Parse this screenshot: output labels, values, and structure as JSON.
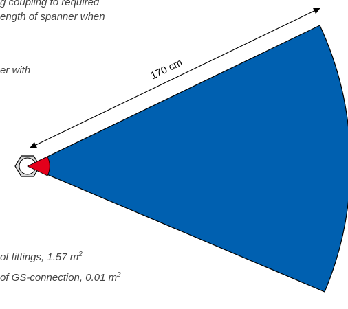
{
  "notes": {
    "line1": "g coupling to required",
    "line2": "ength of spanner when",
    "line3": "er with"
  },
  "dimension": {
    "label": "170 cm"
  },
  "legend": [
    {
      "text": "of fittings, 1.57 m",
      "exp": "2",
      "color": "#0060b0"
    },
    {
      "text": "of GS-connection, 0.01 m",
      "exp": "2",
      "color": "#e3001b"
    }
  ],
  "colors": {
    "sector_fill": "#0060b0",
    "small_sector_fill": "#e3001b",
    "nut_fill": "#d9d9d9",
    "outline": "#000000"
  }
}
